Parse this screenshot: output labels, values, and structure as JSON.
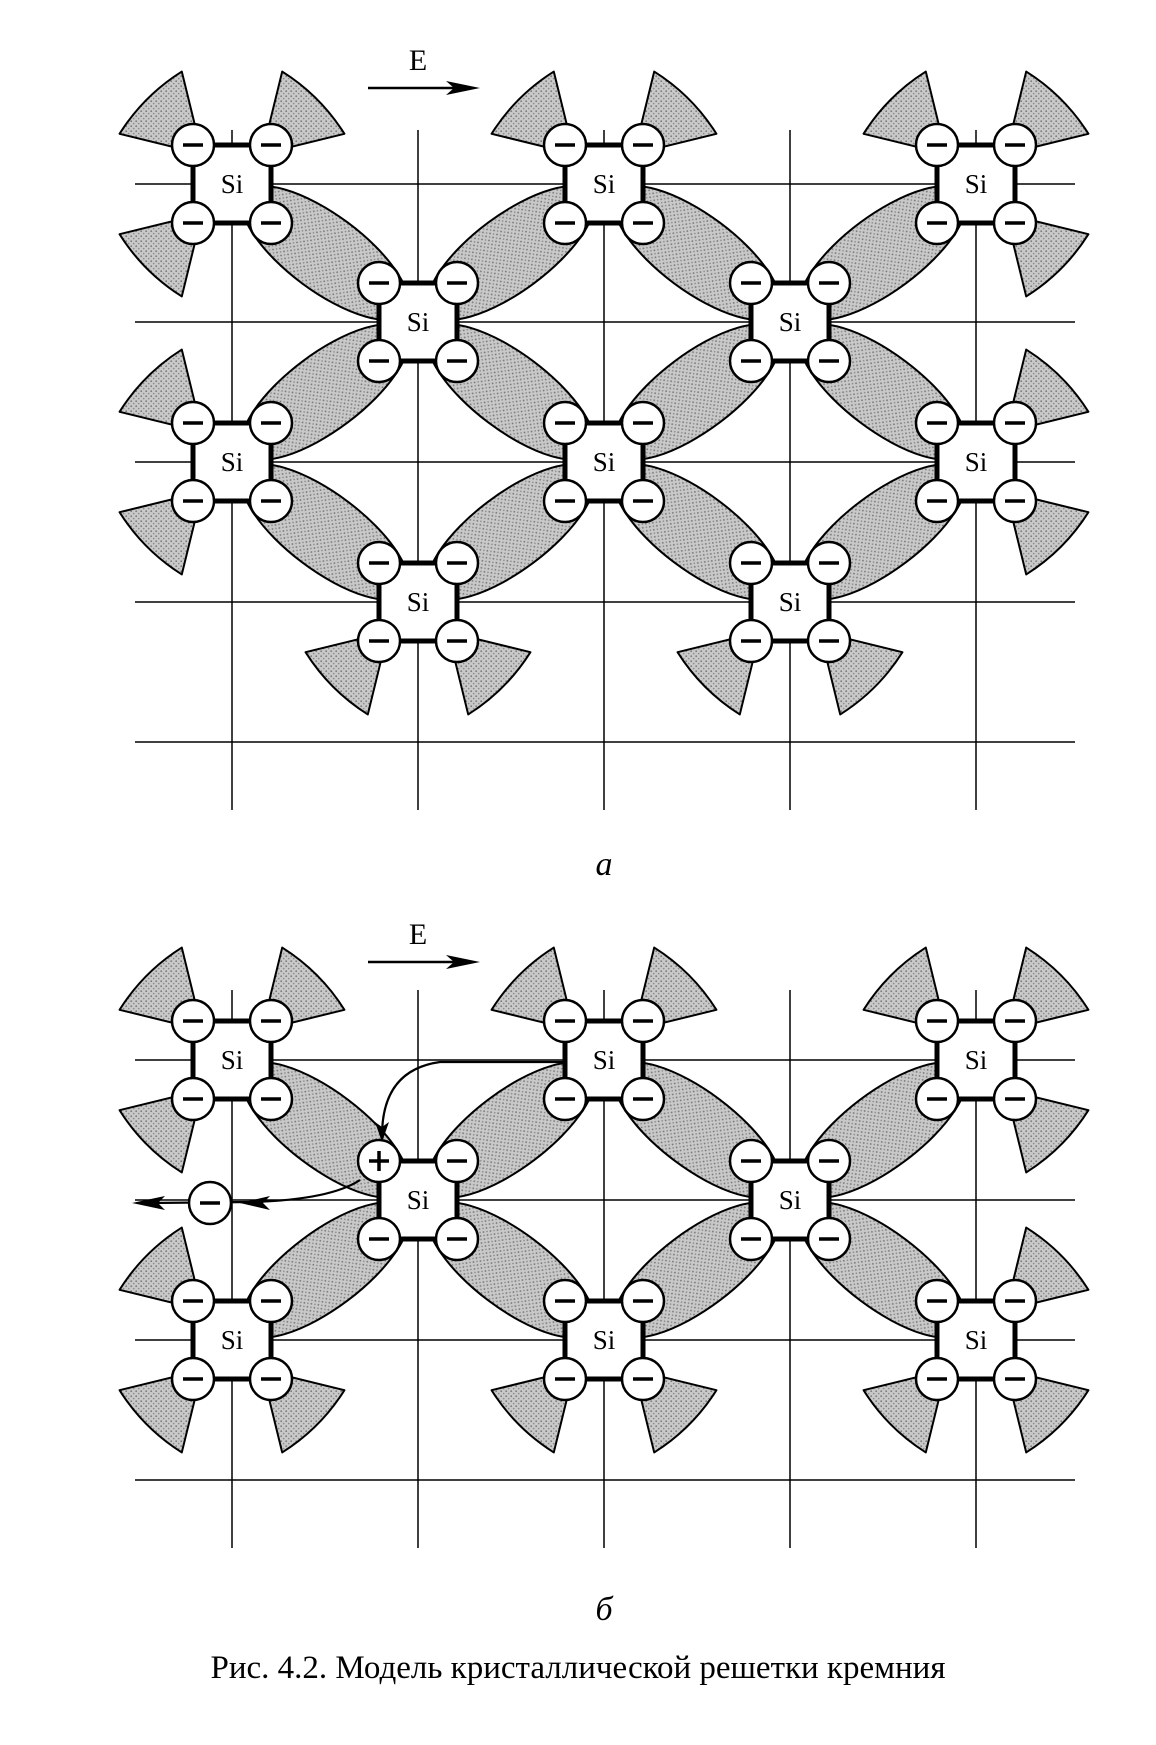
{
  "figure": {
    "caption": "Рис. 4.2. Модель кристаллической решетки кремния",
    "atom_label": "Si",
    "field_label": "E",
    "electron_sign": "−",
    "hole_sign": "+",
    "panels": [
      {
        "id": "a",
        "label": "а"
      },
      {
        "id": "b",
        "label": "б"
      }
    ]
  }
}
